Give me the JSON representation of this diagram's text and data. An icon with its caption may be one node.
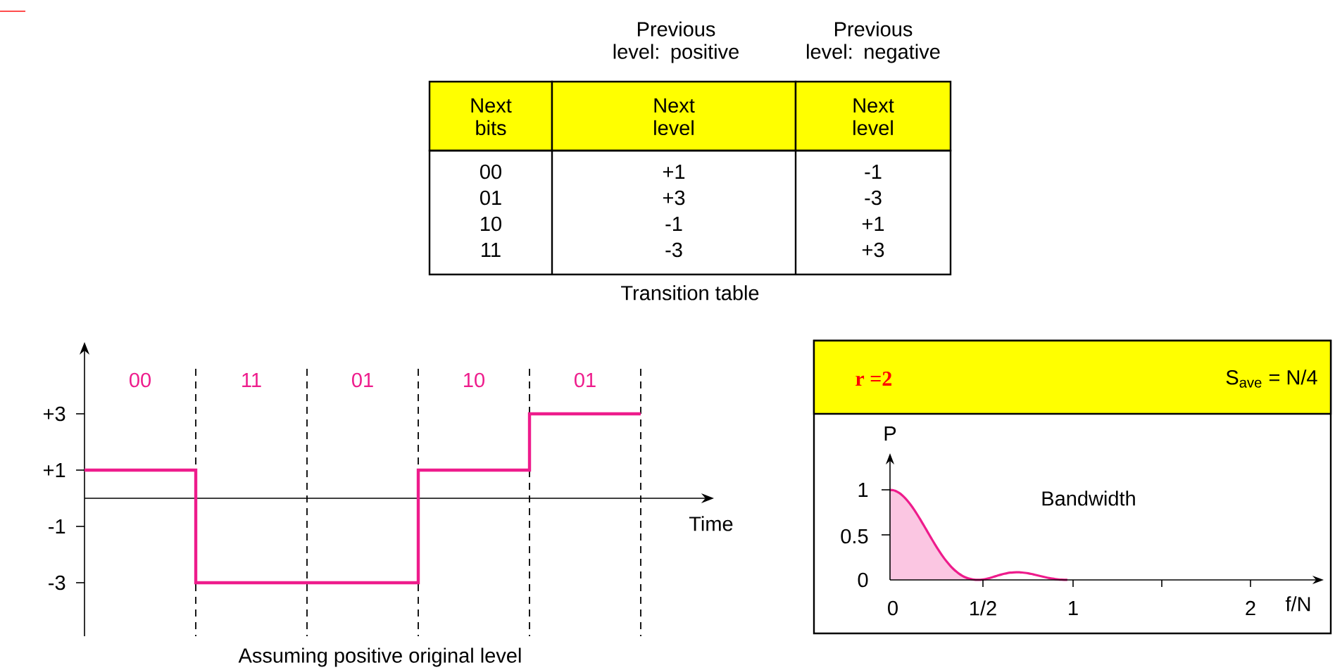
{
  "diagram": {
    "labels": [
      "Previous level: positive",
      "Previous level: negative",
      "Next bits",
      "Next level",
      "Next level",
      "00",
      "+1",
      "-1",
      "01",
      "+3",
      "-3",
      "10",
      "-1",
      "+1",
      "11",
      "-3",
      "+3",
      "Transition table",
      "00",
      "11",
      "01",
      "10",
      "01",
      "+3",
      "+1",
      "-1",
      "-3",
      "Time",
      "Assuming positive original level",
      "r =2",
      "S$_{ave}$ = N/4",
      "P",
      "1",
      "0.5",
      "0",
      "Bandwidth",
      "0",
      "1/2",
      "1",
      "2",
      "f/N"
    ]
  }
}
